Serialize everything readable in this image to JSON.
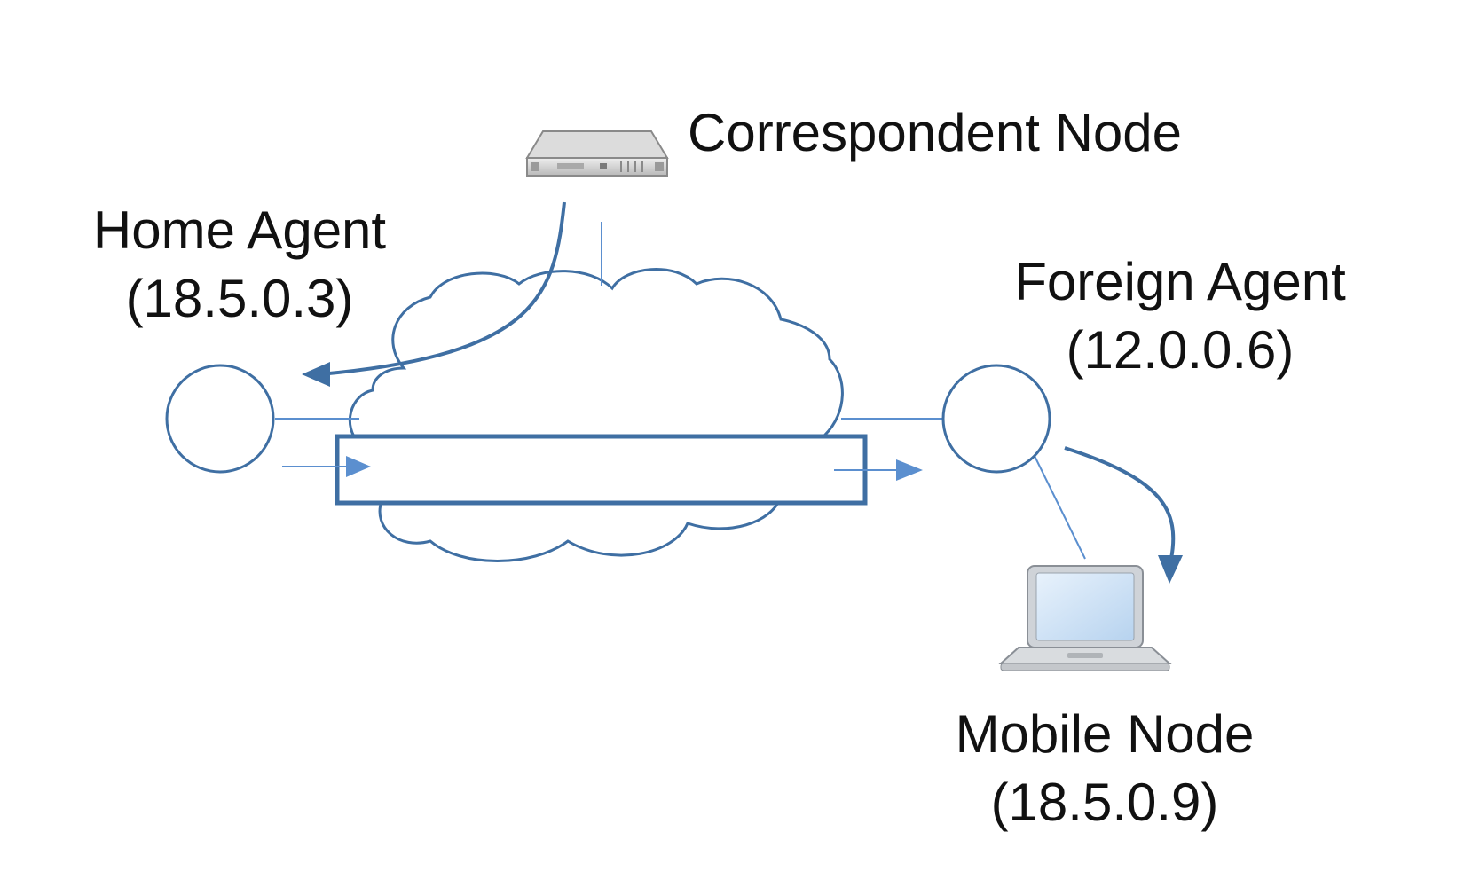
{
  "nodes": {
    "correspondent": {
      "name": "Correspondent Node",
      "icon": "server-icon"
    },
    "home_agent": {
      "name": "Home Agent",
      "address": "(18.5.0.3)"
    },
    "foreign_agent": {
      "name": "Foreign Agent",
      "address": "(12.0.0.6)"
    },
    "mobile_node": {
      "name": "Mobile Node",
      "address": "(18.5.0.9)",
      "icon": "laptop-icon"
    }
  },
  "network": {
    "icon": "cloud-icon",
    "tunnel": "tunnel"
  },
  "colors": {
    "stroke": "#3f6fa3",
    "thin_line": "#5b8fcf",
    "text": "#111111"
  }
}
